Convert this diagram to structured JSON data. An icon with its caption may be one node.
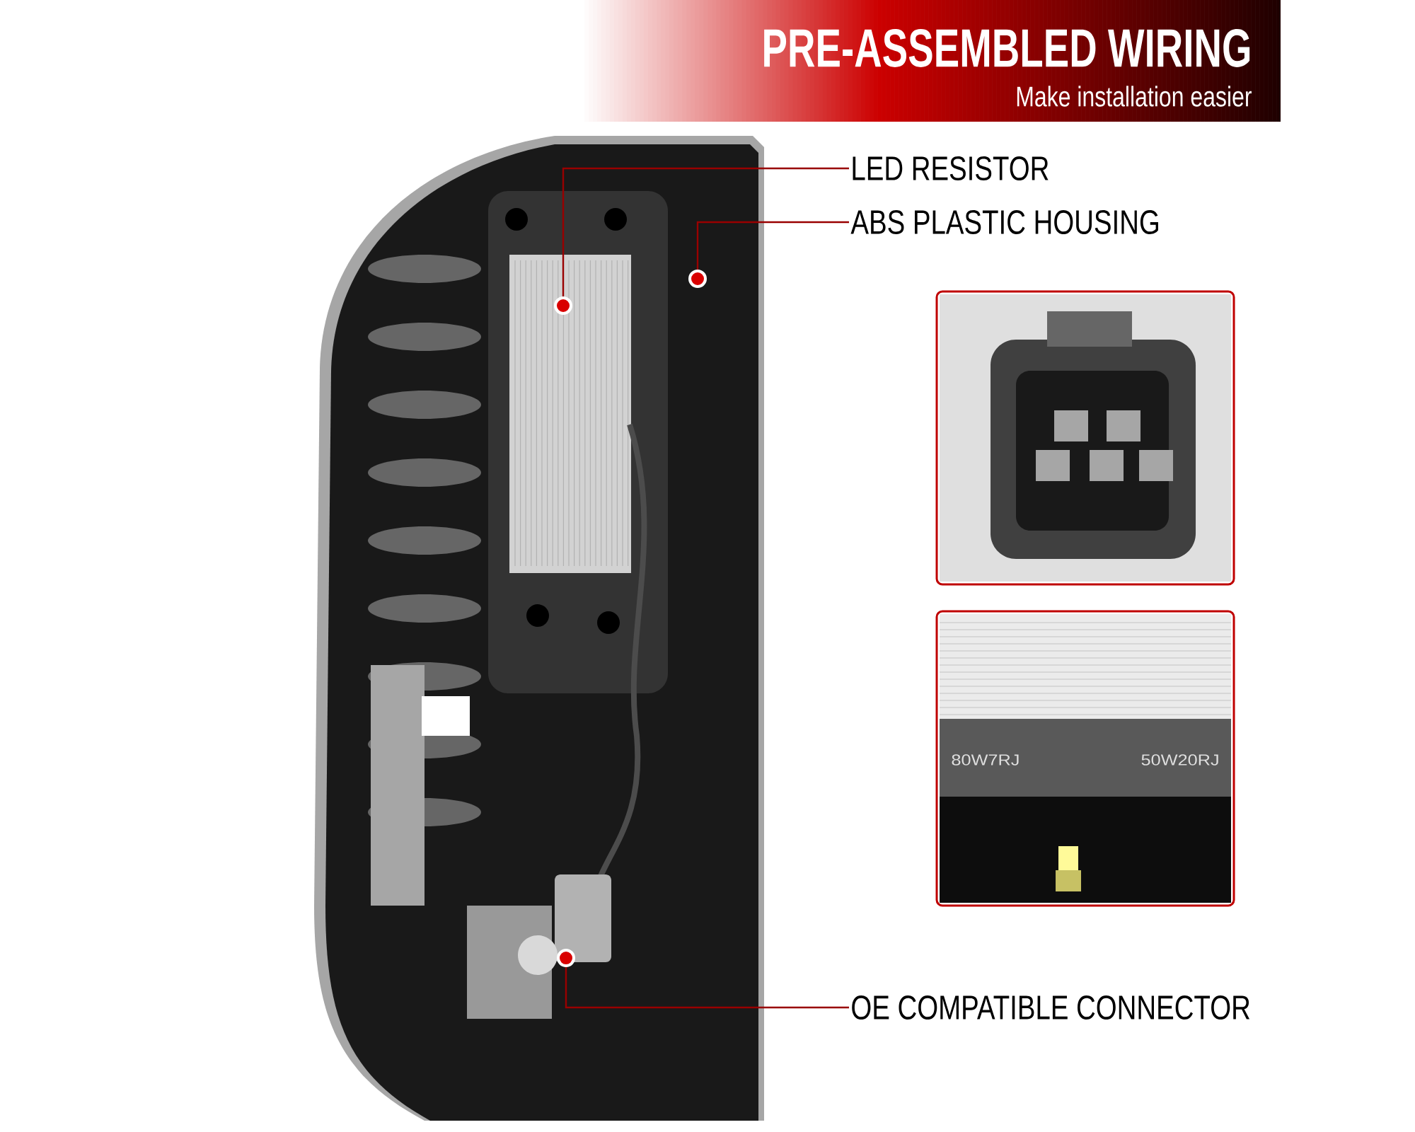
{
  "diagram": {
    "title": "PRE-ASSEMBLED WIRING",
    "nodes": [
      {
        "text": [
          "LED RESISTOR"
        ]
      },
      {
        "text": [
          "ABS PLASTIC HOUSING"
        ]
      },
      {
        "text": [
          "OE COMPATIBLE CONNECTOR"
        ]
      },
      {
        "text": [],
        "shape": "circle"
      },
      {
        "text": [],
        "shape": "circle"
      },
      {
        "text": [],
        "shape": "circle"
      }
    ],
    "edges": [
      {
        "from": 0,
        "to": 3,
        "arrow": "none"
      },
      {
        "from": 1,
        "to": 4,
        "arrow": "none"
      },
      {
        "from": 2,
        "to": 5,
        "arrow": "none"
      }
    ],
    "labels": [
      "Make installation easier",
      "80W7RJ",
      "50W20RJ"
    ]
  }
}
